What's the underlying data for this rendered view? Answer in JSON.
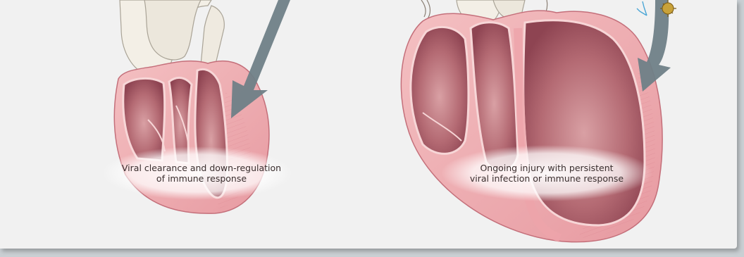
{
  "figure": {
    "left_heart": {
      "caption_lines": [
        "Viral clearance and down-regulation",
        "of immune response"
      ]
    },
    "right_heart": {
      "caption_lines": [
        "Ongoing injury with persistent",
        "viral infection or immune response"
      ]
    }
  },
  "colors": {
    "background": "#f1f1f1",
    "arrow": "#6f7f87",
    "wall": "#eca7ac",
    "chamber": "#a85a66",
    "vessel": "#f2eee6",
    "virus": "#c9a23a",
    "antibody": "#4aa6d6"
  }
}
